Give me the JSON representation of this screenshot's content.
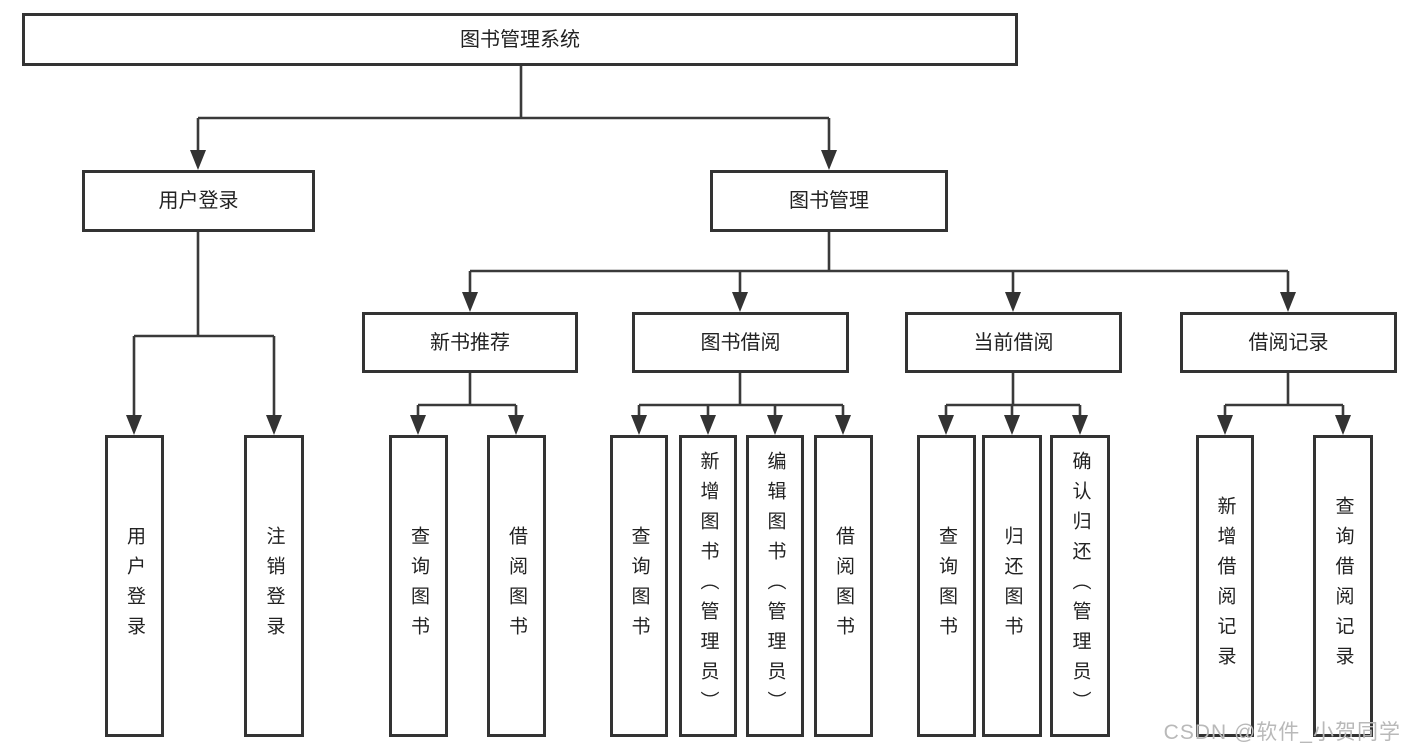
{
  "colors": {
    "background": "#ffffff",
    "box_border": "#333333",
    "connector_line": "#3a3a3a",
    "text": "#222222",
    "watermark": "#b9b9b9"
  },
  "watermark": {
    "text": "CSDN @软件_小贺同学"
  },
  "tree": {
    "root": {
      "label": "图书管理系统"
    },
    "branches": [
      {
        "label": "用户登录",
        "children": [
          {
            "label": "用户登录"
          },
          {
            "label": "注销登录"
          }
        ]
      },
      {
        "label": "图书管理",
        "children": [
          {
            "label": "新书推荐",
            "children": [
              {
                "label": "查询图书"
              },
              {
                "label": "借阅图书"
              }
            ]
          },
          {
            "label": "图书借阅",
            "children": [
              {
                "label": "查询图书"
              },
              {
                "label": "新增图书（管理员）"
              },
              {
                "label": "编辑图书（管理员）"
              },
              {
                "label": "借阅图书"
              }
            ]
          },
          {
            "label": "当前借阅",
            "children": [
              {
                "label": "查询图书"
              },
              {
                "label": "归还图书"
              },
              {
                "label": "确认归还（管理员）"
              }
            ]
          },
          {
            "label": "借阅记录",
            "children": [
              {
                "label": "新增借阅记录"
              },
              {
                "label": "查询借阅记录"
              }
            ]
          }
        ]
      }
    ]
  }
}
